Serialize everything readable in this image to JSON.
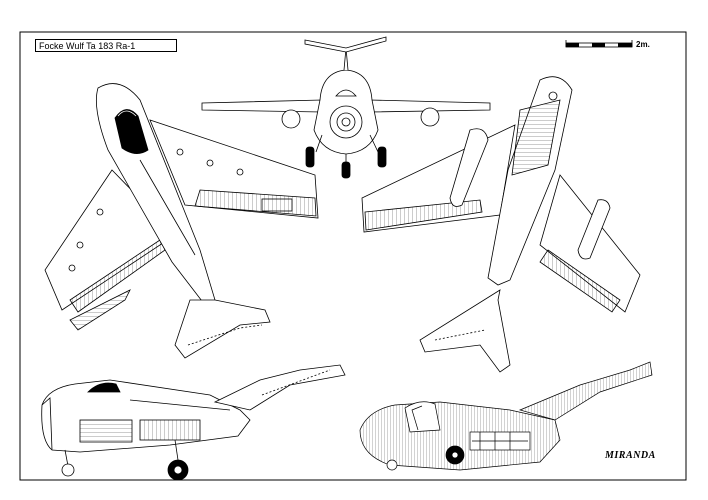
{
  "drawing": {
    "title": "Focke Wulf Ta 183 Ra-1",
    "scale_label": "2m.",
    "scale_segments": 5,
    "signature": "MIRANDA",
    "colors": {
      "ink": "#000000",
      "paper": "#ffffff",
      "canopy": "#000000"
    }
  },
  "views": [
    "front-view",
    "top-view",
    "bottom-view",
    "side-view",
    "cutaway-view"
  ]
}
